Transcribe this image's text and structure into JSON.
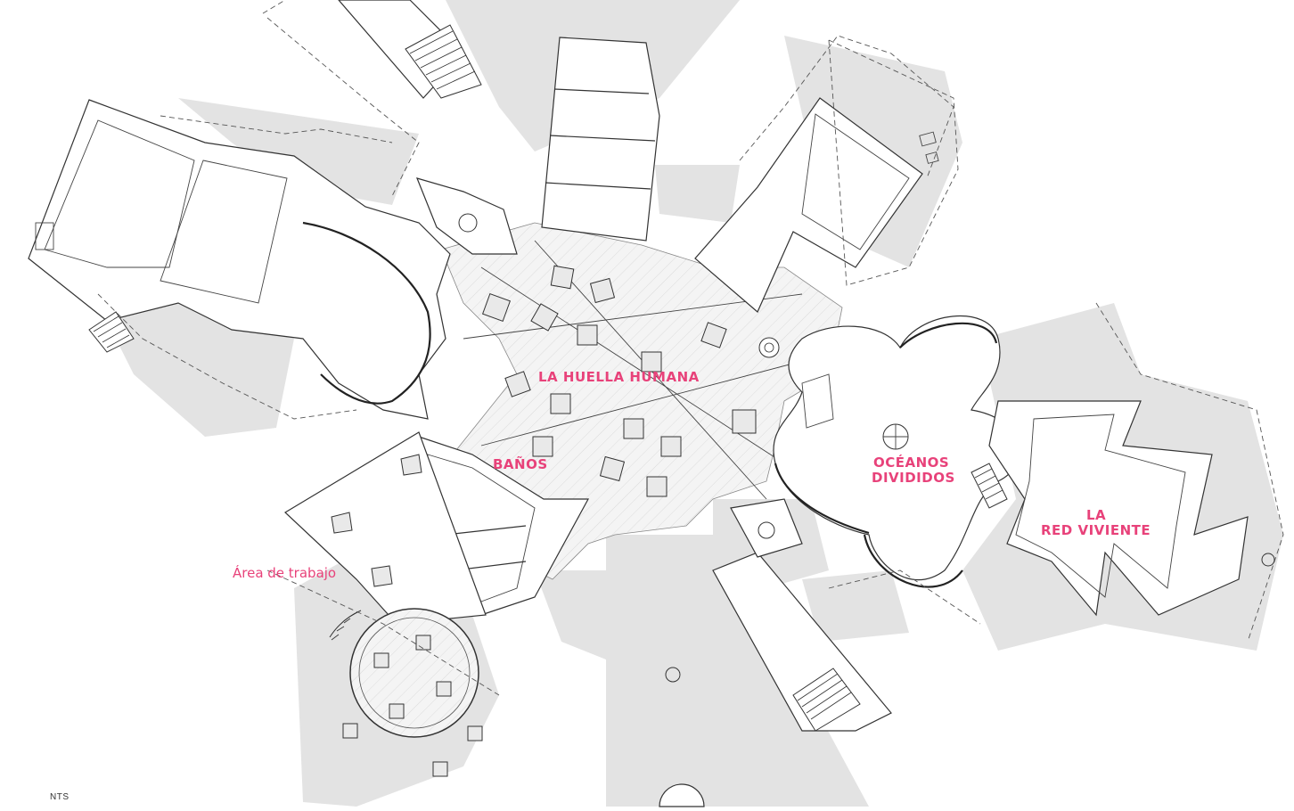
{
  "map": {
    "accent_color": "#e8427a",
    "labels": {
      "huella": "LA HUELLA HUMANA",
      "banos": "BAÑOS",
      "oceanos_1": "OCÉANOS",
      "oceanos_2": "DIVIDIDOS",
      "red_1": "LA",
      "red_2": "RED VIVIENTE",
      "area_trabajo": "Área de trabajo"
    },
    "scale_note": "NTS"
  }
}
